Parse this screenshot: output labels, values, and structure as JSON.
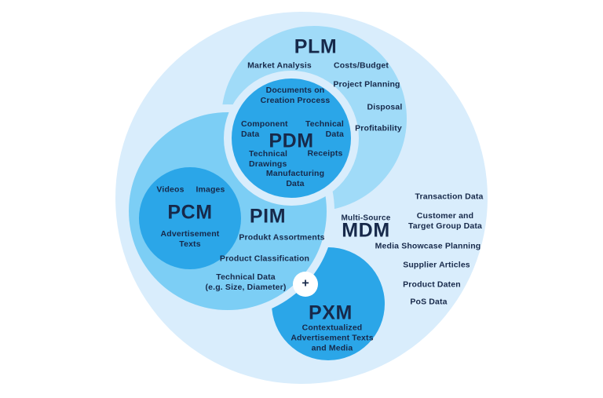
{
  "diagram": {
    "colors": {
      "background": "#FFFFFF",
      "outer_circle": "#D9EDFC",
      "plm_circle": "#A0DBF8",
      "pim_circle": "#7CCEF5",
      "inner_circle_dark": "#2BA6E8",
      "halo": "#D9EDFC",
      "plus_bg": "#FFFFFF",
      "text": "#17294A"
    },
    "plm": {
      "title": "PLM",
      "labels": [
        "Market Analysis",
        "Costs/Budget",
        "Project Planning",
        "Disposal",
        "Profitability"
      ]
    },
    "pdm": {
      "title": "PDM",
      "labels": [
        "Documents on\nCreation Process",
        "Component\nData",
        "Technical\nData",
        "Technical\nDrawings",
        "Receipts",
        "Manufacturing\nData"
      ]
    },
    "pcm": {
      "title": "PCM",
      "labels": [
        "Videos",
        "Images",
        "Advertisement\nTexts"
      ]
    },
    "pim": {
      "title": "PIM",
      "labels": [
        "Produkt Assortments",
        "Product Classification",
        "Technical Data\n(e.g. Size, Diameter)"
      ]
    },
    "pxm": {
      "title": "PXM",
      "labels": [
        "Contextualized\nAdvertisement Texts\nand Media"
      ]
    },
    "mdm": {
      "eyebrow": "Multi-Source",
      "title": "MDM",
      "labels": [
        "Transaction Data",
        "Customer and\nTarget Group Data",
        "Media Showcase Planning",
        "Supplier Articles",
        "Product Daten",
        "PoS Data"
      ]
    },
    "plus_symbol": "+"
  }
}
